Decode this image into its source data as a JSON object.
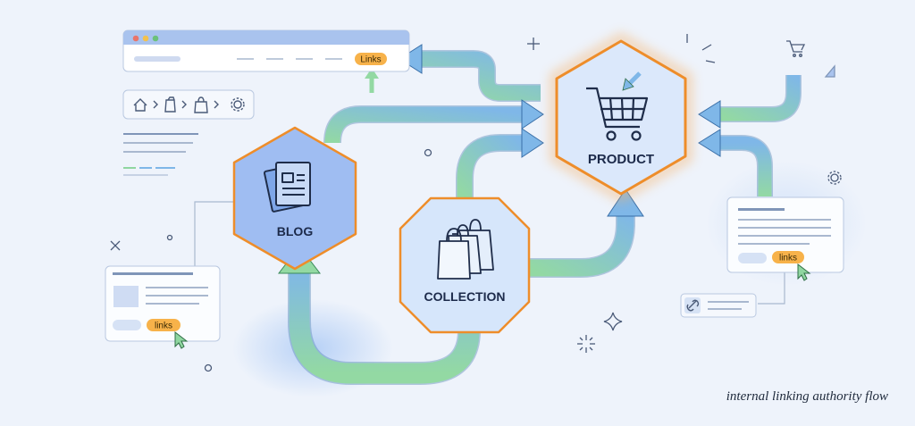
{
  "nodes": {
    "product": {
      "label": "PRODUCT"
    },
    "blog": {
      "label": "BLOG"
    },
    "collection": {
      "label": "COLLECTION"
    }
  },
  "badges": {
    "browser": "Links",
    "left_card": "links",
    "right_card": "links"
  },
  "caption": "internal linking authority flow",
  "colors": {
    "product_fill": "#dbe8fb",
    "product_glow": "#f29a3a",
    "blog_fill": "#9fbdf2",
    "collection_fill": "#d6e6fb",
    "arrow_green": "#8fd6a0",
    "arrow_blue": "#7db6e6",
    "badge": "#f7b24a"
  },
  "icons": [
    "cart-icon",
    "documents-icon",
    "shopping-bags-icon",
    "home-icon",
    "bag-icon",
    "gear-icon",
    "link-icon",
    "cursor-icon",
    "sparkle-icon"
  ]
}
